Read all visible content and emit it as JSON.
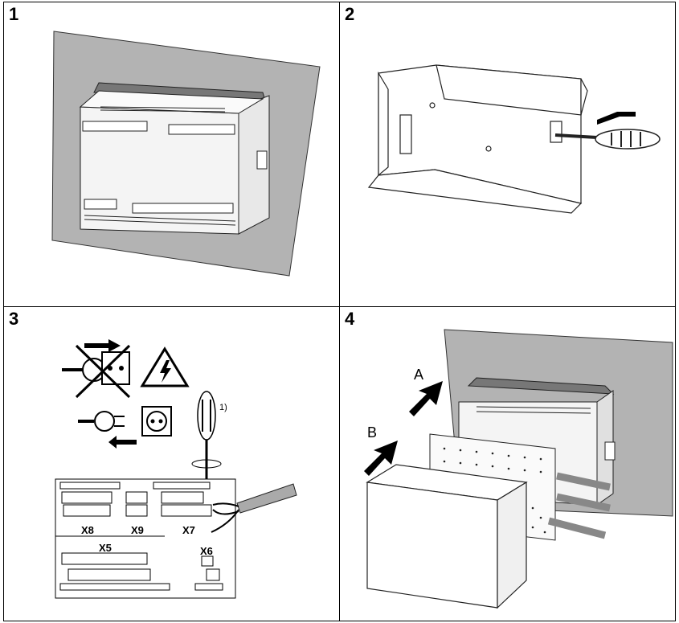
{
  "steps": [
    {
      "number": "1"
    },
    {
      "number": "2"
    },
    {
      "number": "3",
      "footnote_marker": "1)",
      "terminals": [
        "X8",
        "X9",
        "X7",
        "X5",
        "X6"
      ]
    },
    {
      "number": "4",
      "arrow_a": "A",
      "arrow_b": "B"
    }
  ],
  "icons": [
    "wall-panel-icon",
    "device-housing-icon",
    "screwdriver-icon",
    "crossed-out-plug-icon",
    "high-voltage-warning-icon",
    "unplugged-plug-icon",
    "socket-icon",
    "terminal-board-icon",
    "cable-icon",
    "cover-hood-icon"
  ]
}
